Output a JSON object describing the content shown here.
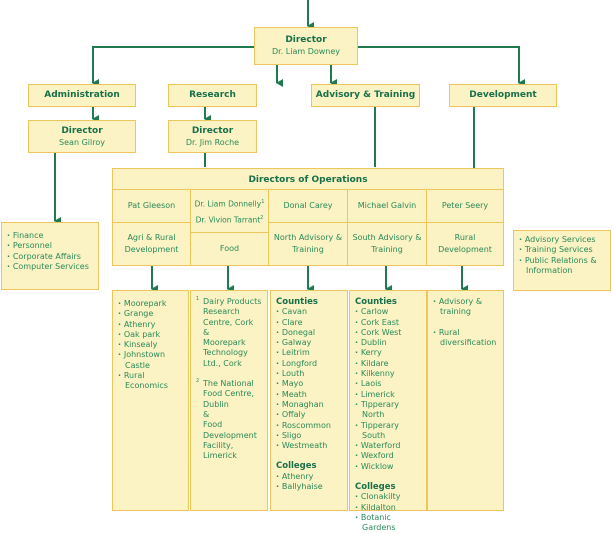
{
  "director": {
    "title": "Director",
    "name": "Dr. Liam Downey"
  },
  "divisions": [
    {
      "label": "Administration"
    },
    {
      "label": "Research"
    },
    {
      "label": "Advisory & Training"
    },
    {
      "label": "Development"
    }
  ],
  "admin_director": {
    "title": "Director",
    "name": "Sean Gilroy"
  },
  "research_director": {
    "title": "Director",
    "name": "Dr. Jim Roche"
  },
  "admin_services": [
    "Finance",
    "Personnel",
    "Corporate Affairs",
    "Computer Services"
  ],
  "development_services": [
    "Advisory Services",
    "Training Services",
    "Public Relations & Information"
  ],
  "operations": {
    "title": "Directors of Operations",
    "columns": [
      {
        "name": "Pat Gleeson",
        "dept": "Agri & Rural Development"
      },
      {
        "name": "Dr. Liam Donnelly",
        "name_note": "1",
        "name2": "Dr. Vivion Tarrant",
        "name2_note": "2",
        "dept": "Food"
      },
      {
        "name": "Donal Carey",
        "dept": "North Advisory & Training"
      },
      {
        "name": "Michael Galvin",
        "dept": "South Advisory & Training"
      },
      {
        "name": "Peter Seery",
        "dept": "Rural Development"
      }
    ]
  },
  "agri_centres": [
    "Moorepark",
    "Grange",
    "Athenry",
    "Oak park",
    "Kinsealy",
    "Johnstown Castle",
    "Rural Economics"
  ],
  "food_centres": {
    "note1": "1",
    "centre1": [
      "Dairy Products Research Centre, Cork",
      "&",
      "Moorepark Technology Ltd., Cork"
    ],
    "note2": "2",
    "centre2": [
      "The National Food Centre, Dublin",
      "&",
      "Food Development Facility, Limerick"
    ]
  },
  "north": {
    "counties_label": "Counties",
    "counties": [
      "Cavan",
      "Clare",
      "Donegal",
      "Galway",
      "Leitrim",
      "Longford",
      "Louth",
      "Mayo",
      "Meath",
      "Monaghan",
      "Offaly",
      "Roscommon",
      "Sligo",
      "Westmeath"
    ],
    "colleges_label": "Colleges",
    "colleges": [
      "Athenry",
      "Ballyhaise"
    ]
  },
  "south": {
    "counties_label": "Counties",
    "counties": [
      "Carlow",
      "Cork East",
      "Cork West",
      "Dublin",
      "Kerry",
      "Kildare",
      "Kilkenny",
      "Laois",
      "Limerick",
      "Tipperary North",
      "Tipperary South",
      "Waterford",
      "Wexford",
      "Wicklow"
    ],
    "colleges_label": "Colleges",
    "colleges": [
      "Clonakilty",
      "Kildalton",
      "Botanic Gardens"
    ]
  },
  "rural_items": [
    "Advisory & training",
    "Rural diversification"
  ],
  "colors": {
    "line": "#1f7a50",
    "box_fill": "#fbf3c4",
    "box_border": "#ecc65a",
    "text": "#2a8a5a"
  }
}
